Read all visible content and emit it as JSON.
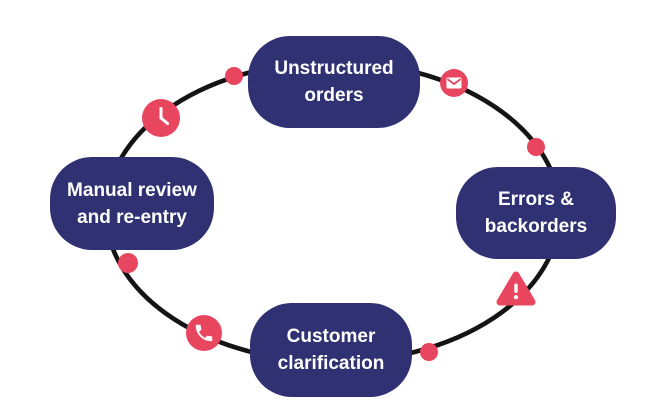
{
  "colors": {
    "node_fill": "#2F3173",
    "node_text": "#FFFFFF",
    "accent": "#E8465F",
    "path": "#141414",
    "background": "#FFFFFF"
  },
  "nodes": {
    "top": {
      "label": "Unstructured orders",
      "line1": "Unstructured",
      "line2": "orders"
    },
    "right": {
      "label": "Errors & backorders",
      "line1": "Errors &",
      "line2": "backorders"
    },
    "bottom": {
      "label": "Customer clarification",
      "line1": "Customer",
      "line2": "clarification"
    },
    "left": {
      "label": "Manual review and re-entry",
      "line1": "Manual review",
      "line2": "and re-entry"
    }
  },
  "icons": {
    "clock": "clock-icon",
    "mail": "mail-icon",
    "warning": "warning-icon",
    "phone": "phone-icon"
  }
}
